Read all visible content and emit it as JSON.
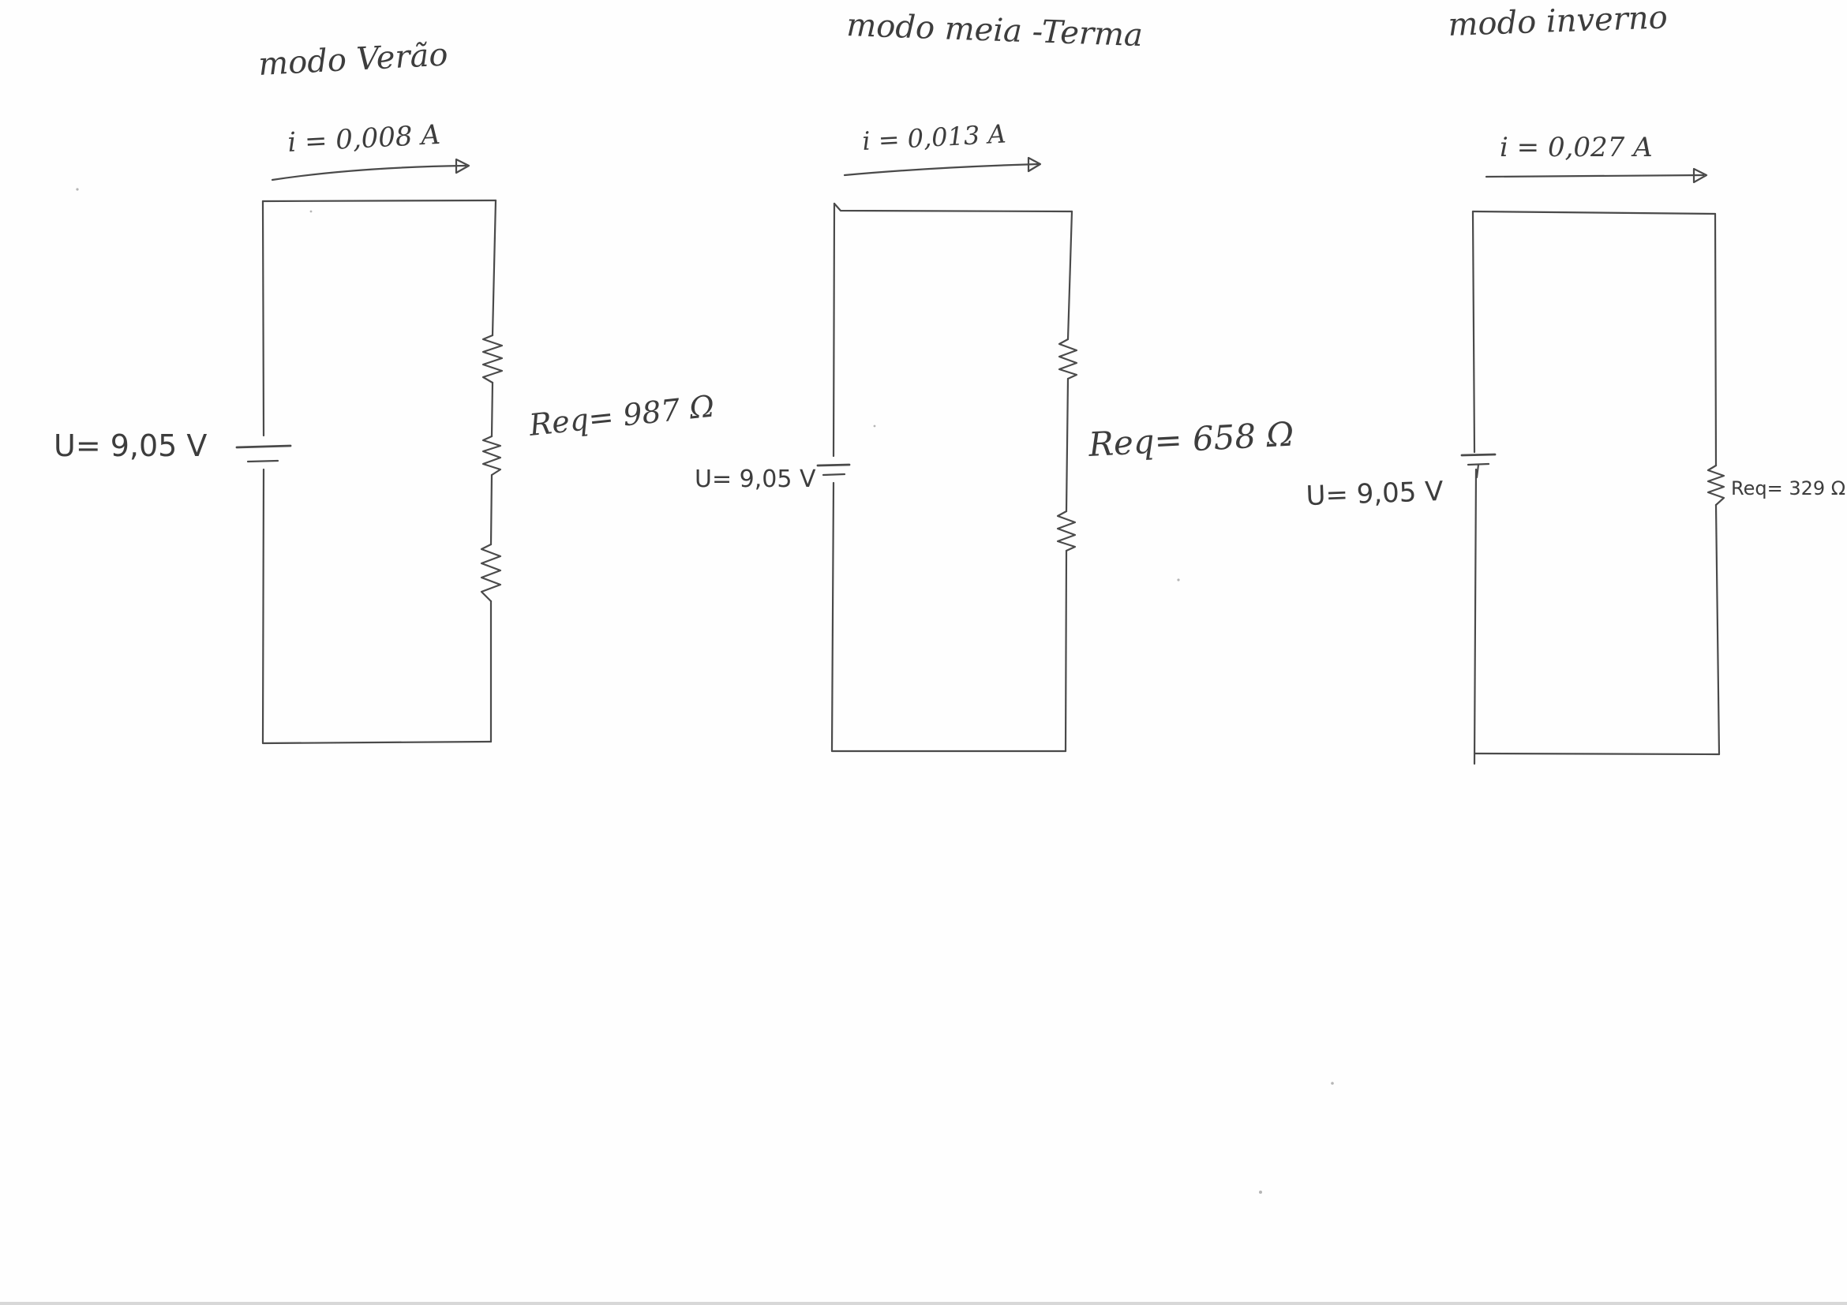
{
  "circuits": [
    {
      "mode_label": "modo Verão",
      "current_label": "i = 0,008 A",
      "voltage_label": "U= 9,05 V",
      "resistance_label": "Req= 987 Ω",
      "resistor_count": 3
    },
    {
      "mode_label": "modo meia -Terma",
      "current_label": "i = 0,013 A",
      "voltage_label": "U= 9,05 V",
      "resistance_label": "Req= 658 Ω",
      "resistor_count": 2
    },
    {
      "mode_label": "modo inverno",
      "current_label": "i = 0,027 A",
      "voltage_label": "U= 9,05 V",
      "resistance_label": "Req= 329 Ω",
      "resistor_count": 1
    }
  ],
  "colors": {
    "paper": "#fefefe",
    "ink": "#4a4a4a"
  }
}
